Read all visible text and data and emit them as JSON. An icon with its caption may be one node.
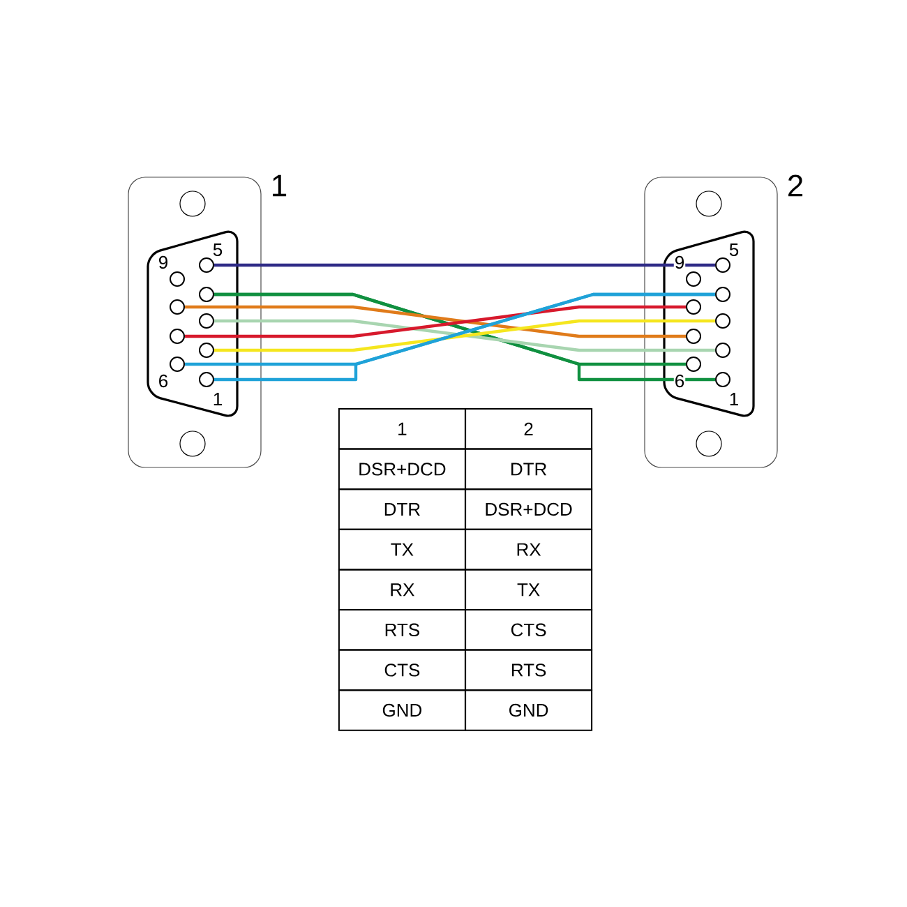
{
  "diagram": {
    "nodes": [
      {
        "text": [
          "1"
        ]
      },
      {
        "text": [],
        "shape": "circle",
        "in": 0,
        "beside": [
          "1"
        ]
      },
      {
        "text": [],
        "shape": "circle",
        "in": 0
      },
      {
        "text": [],
        "shape": "circle",
        "in": 0
      },
      {
        "text": [],
        "shape": "circle",
        "in": 0
      },
      {
        "text": [],
        "shape": "circle",
        "in": 0,
        "beside": [
          "5"
        ]
      },
      {
        "text": [],
        "shape": "circle",
        "in": 0,
        "beside": [
          "6"
        ]
      },
      {
        "text": [],
        "shape": "circle",
        "in": 0
      },
      {
        "text": [],
        "shape": "circle",
        "in": 0
      },
      {
        "text": [],
        "shape": "circle",
        "in": 0,
        "beside": [
          "9"
        ]
      },
      {
        "text": [
          "2"
        ]
      },
      {
        "text": [],
        "shape": "circle",
        "in": 10,
        "beside": [
          "1"
        ]
      },
      {
        "text": [],
        "shape": "circle",
        "in": 10
      },
      {
        "text": [],
        "shape": "circle",
        "in": 10
      },
      {
        "text": [],
        "shape": "circle",
        "in": 10
      },
      {
        "text": [],
        "shape": "circle",
        "in": 10,
        "beside": [
          "5"
        ]
      },
      {
        "text": [],
        "shape": "circle",
        "in": 10,
        "beside": [
          "6"
        ]
      },
      {
        "text": [],
        "shape": "circle",
        "in": 10
      },
      {
        "text": [],
        "shape": "circle",
        "in": 10
      },
      {
        "text": [],
        "shape": "circle",
        "in": 10,
        "beside": [
          "9"
        ]
      }
    ],
    "edges": [
      {
        "from": 5,
        "to": 15,
        "arrow": "none",
        "color": "#2e2a86"
      },
      {
        "from": 4,
        "to": 16,
        "arrow": "none",
        "color": "#109040"
      },
      {
        "from": 4,
        "to": 11,
        "arrow": "none",
        "color": "#109040"
      },
      {
        "from": 8,
        "to": 17,
        "arrow": "none",
        "color": "#e07b1a"
      },
      {
        "from": 3,
        "to": 12,
        "arrow": "none",
        "color": "#a8d5b0"
      },
      {
        "from": 7,
        "to": 18,
        "arrow": "none",
        "color": "#d7192c"
      },
      {
        "from": 2,
        "to": 13,
        "arrow": "none",
        "color": "#f5e61e"
      },
      {
        "from": 6,
        "to": 14,
        "arrow": "none",
        "color": "#1fa2d8"
      },
      {
        "from": 1,
        "to": 14,
        "arrow": "none",
        "color": "#1fa2d8"
      }
    ],
    "labels": [
      "1",
      "2",
      "DSR+DCD",
      "DTR",
      "DTR",
      "DSR+DCD",
      "TX",
      "RX",
      "RX",
      "TX",
      "RTS",
      "CTS",
      "CTS",
      "RTS",
      "GND",
      "GND"
    ]
  }
}
